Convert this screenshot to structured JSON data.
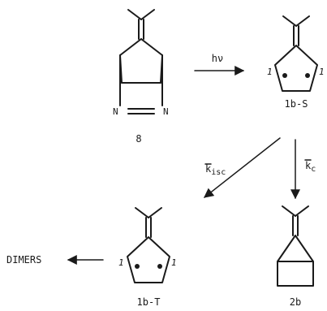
{
  "compounds": {
    "c8": {
      "label": "8",
      "n_left": "N",
      "n_right": "N"
    },
    "c1bS": {
      "label": "1b-S",
      "mark_left": "1",
      "mark_right": "1"
    },
    "c1bT": {
      "label": "1b-T",
      "mark_left": "1",
      "mark_right": "1"
    },
    "c2b": {
      "label": "2b"
    },
    "dimers": {
      "label": "DIMERS"
    }
  },
  "arrows": {
    "photolysis": {
      "label": "hν"
    },
    "isc": {
      "label": "k",
      "subscript": "isc"
    },
    "cyclization": {
      "label": "k",
      "subscript": "c"
    }
  }
}
